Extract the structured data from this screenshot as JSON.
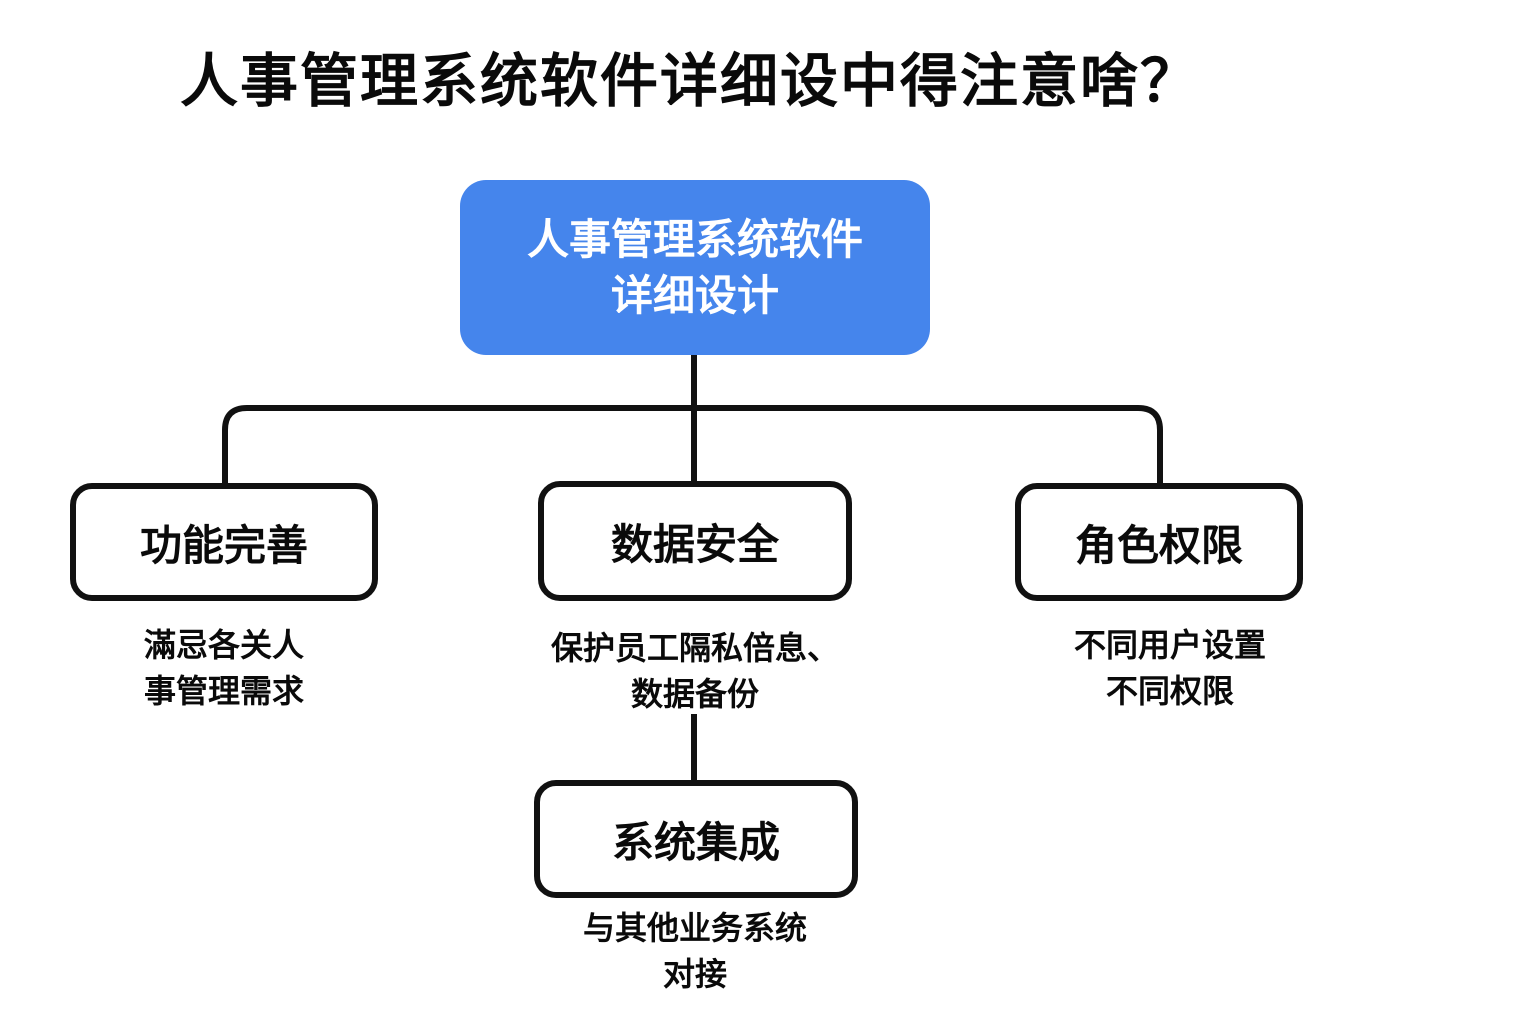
{
  "title": "人事管理系统软件详细设中得注意啥？",
  "diagram": {
    "root": {
      "label_line1": "人事管理系统软件",
      "label_line2": "详细设计",
      "bg": "#4585EC",
      "text_color": "#ffffff"
    },
    "nodes": [
      {
        "label": "功能完善",
        "desc_line1": "滿忌各关人",
        "desc_line2": "事管理需求"
      },
      {
        "label": "数据安全",
        "desc_line1": "保护员工隔私倍息、",
        "desc_line2": "数据备份"
      },
      {
        "label": "角色权限",
        "desc_line1": "不同用户设置",
        "desc_line2": "不同权限"
      },
      {
        "label": "系统集成",
        "desc_line1": "与其他业务系统",
        "desc_line2": "对接"
      }
    ],
    "line_color": "#111111",
    "border_color": "#111111"
  }
}
